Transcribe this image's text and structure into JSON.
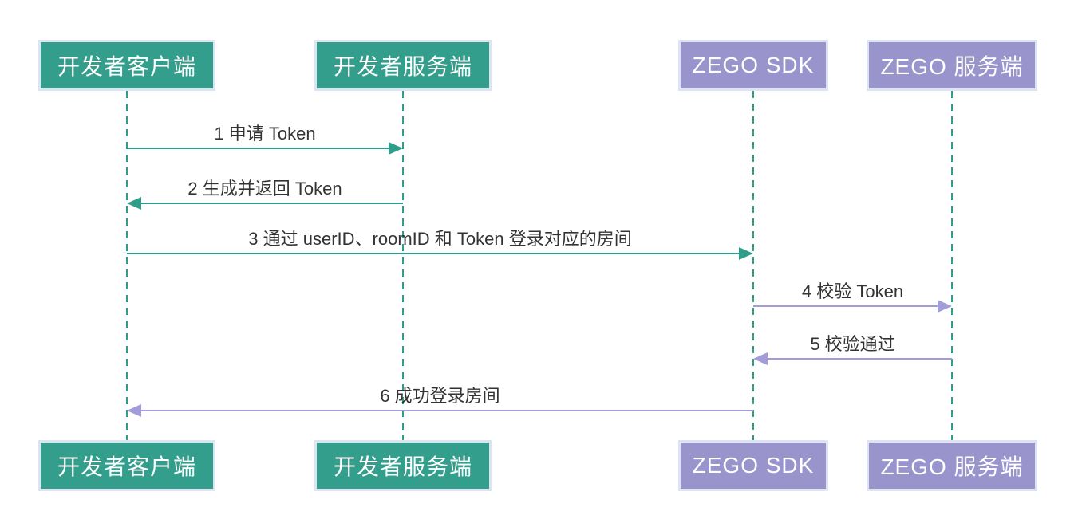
{
  "diagram": {
    "type": "sequence-diagram",
    "background": "#ffffff",
    "colors": {
      "actor_green_fill": "#349e8c",
      "actor_purple_fill": "#9a94cd",
      "actor_border": "#dde3f1",
      "actor_text": "#ffffff",
      "teal_line": "#2e9e8b",
      "purple_line": "#a29dd8",
      "lifeline": "#2e9e8b",
      "message_text": "#333333"
    },
    "actors": [
      {
        "id": "dev-client",
        "label": "开发者客户端",
        "color": "green"
      },
      {
        "id": "dev-server",
        "label": "开发者服务端",
        "color": "green"
      },
      {
        "id": "zego-sdk",
        "label": "ZEGO SDK",
        "color": "purple"
      },
      {
        "id": "zego-server",
        "label": "ZEGO 服务端",
        "color": "purple"
      }
    ],
    "messages": [
      {
        "seq": 1,
        "label": "1 申请 Token",
        "from": "dev-client",
        "to": "dev-server",
        "line_color": "teal",
        "direction": "right"
      },
      {
        "seq": 2,
        "label": "2 生成并返回 Token",
        "from": "dev-server",
        "to": "dev-client",
        "line_color": "teal",
        "direction": "left"
      },
      {
        "seq": 3,
        "label": "3 通过 userID、roomID 和 Token 登录对应的房间",
        "from": "dev-client",
        "to": "zego-sdk",
        "line_color": "teal",
        "direction": "right"
      },
      {
        "seq": 4,
        "label": "4 校验 Token",
        "from": "zego-sdk",
        "to": "zego-server",
        "line_color": "purple",
        "direction": "right"
      },
      {
        "seq": 5,
        "label": "5 校验通过",
        "from": "zego-server",
        "to": "zego-sdk",
        "line_color": "purple",
        "direction": "left"
      },
      {
        "seq": 6,
        "label": "6 成功登录房间",
        "from": "zego-sdk",
        "to": "dev-client",
        "line_color": "purple",
        "direction": "left"
      }
    ]
  }
}
